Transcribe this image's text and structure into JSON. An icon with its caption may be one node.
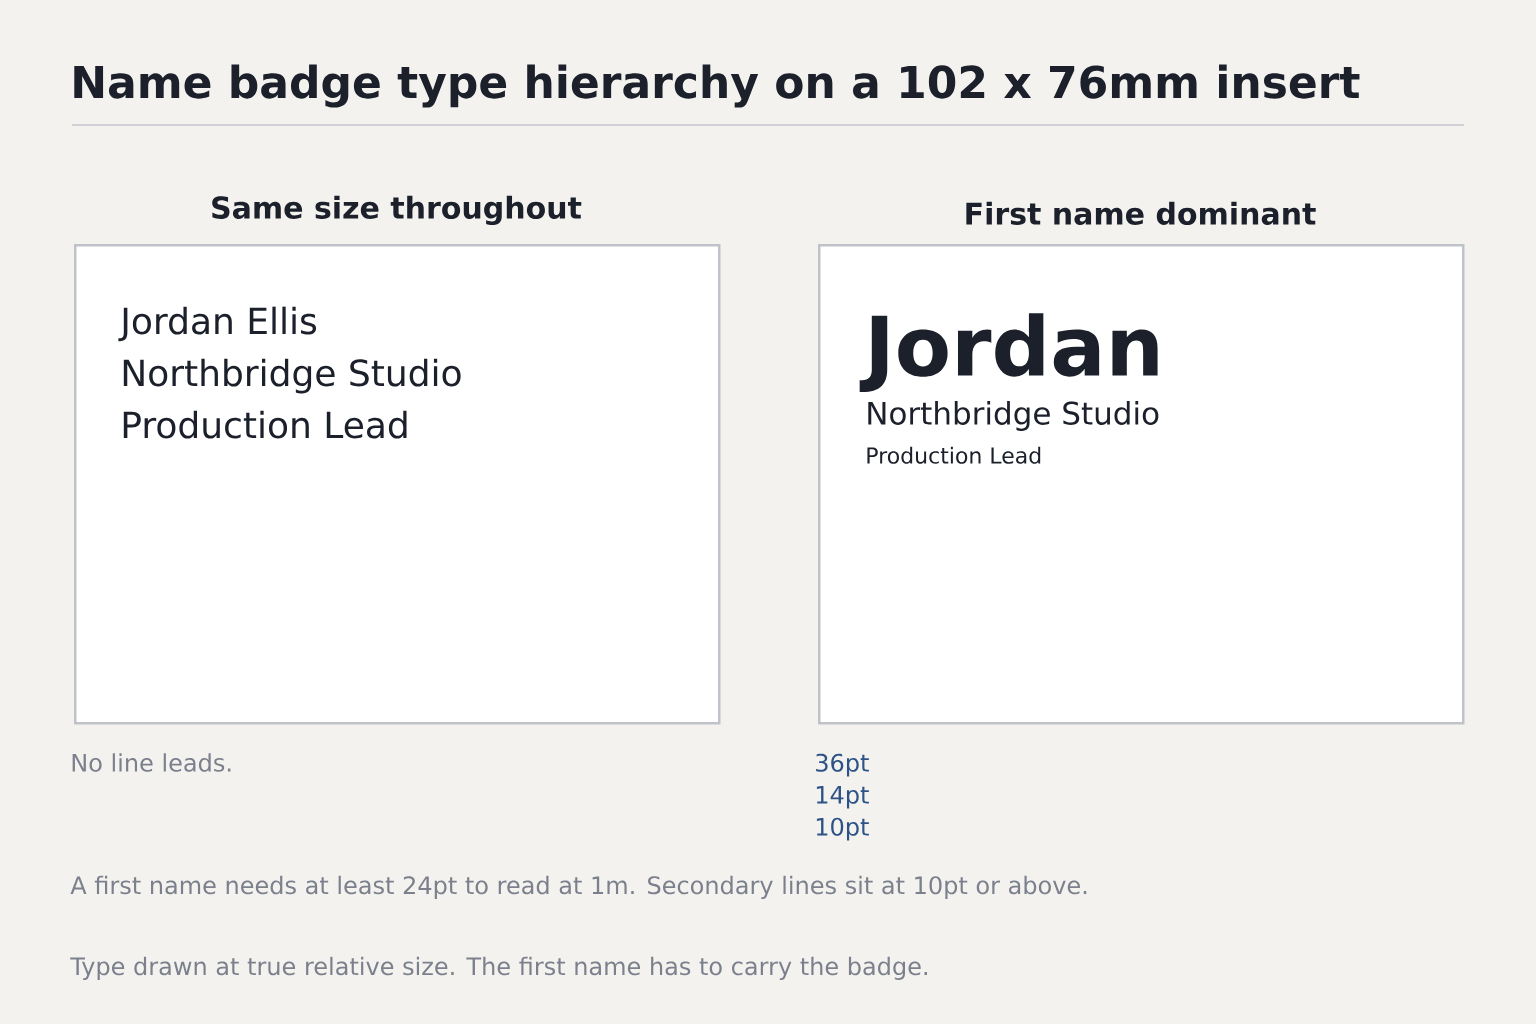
{
  "diagram": {
    "title": "Name badge type hierarchy on a 102 x 76mm insert",
    "caption": "Type drawn at true relative size. The first name has to carry the badge.",
    "nodes": [
      {
        "text": [
          "Same size throughout",
          "Jordan Ellis",
          "Northbridge Studio",
          "Production Lead"
        ],
        "beside": [
          "No line leads."
        ]
      },
      {
        "text": [
          "First name dominant",
          "Jordan",
          "Northbridge Studio",
          "Production Lead"
        ],
        "beside": [
          "36pt",
          "14pt",
          "10pt"
        ]
      }
    ],
    "labels": [
      "A first name needs at least 24pt to read at 1m. Secondary lines sit at 10pt or above."
    ]
  }
}
